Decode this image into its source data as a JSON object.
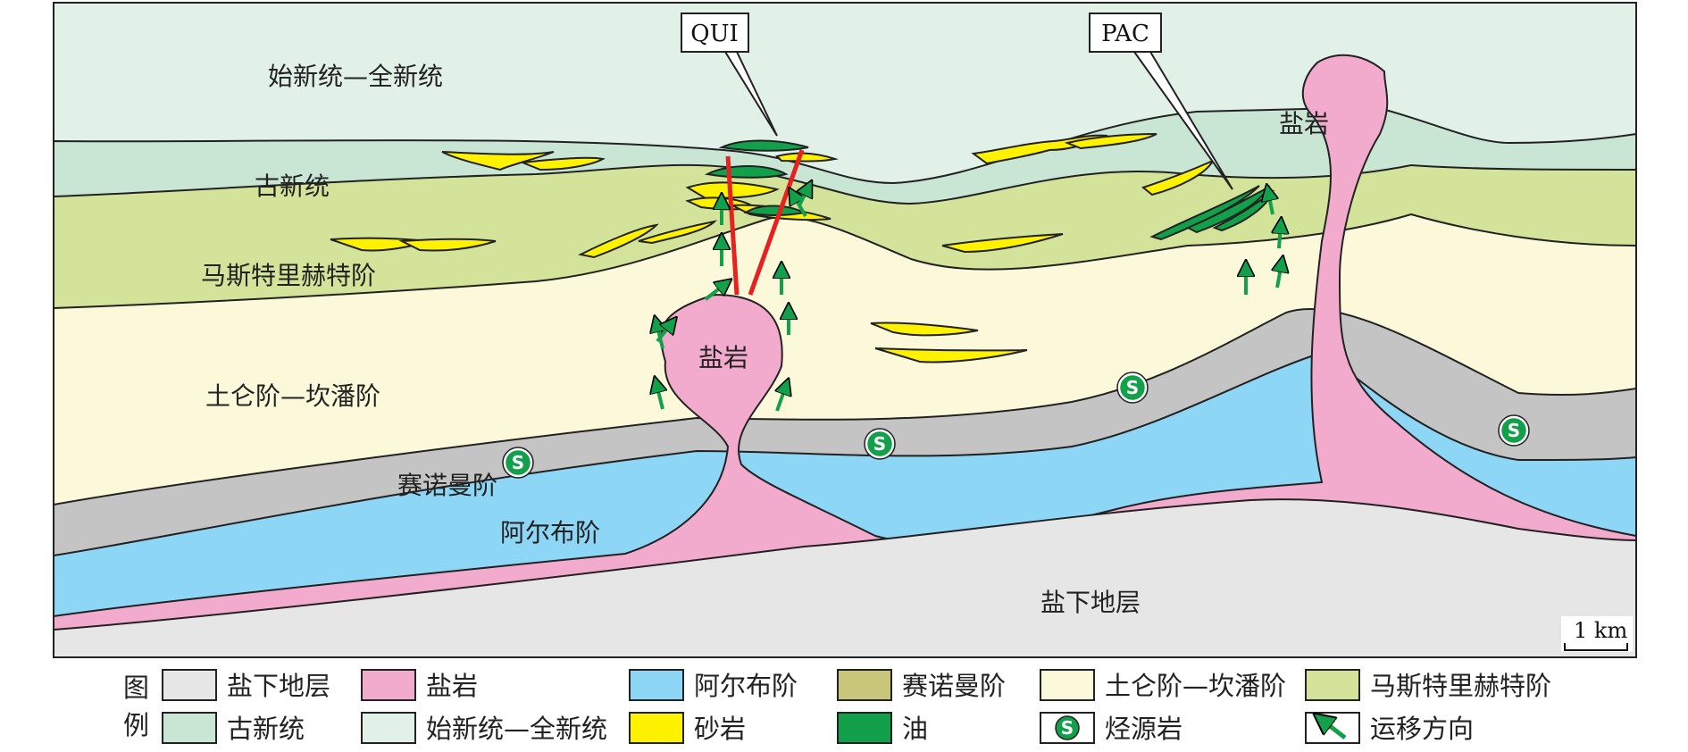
{
  "colors": {
    "eocene_holocene": "#e1f1e8",
    "paleocene": "#c9e6d5",
    "maastrichtian": "#d3e49a",
    "turonian_campanian": "#fcf9da",
    "cenomanian": "#c8c67a",
    "cenomanian_section": "#c4c4c4",
    "albian": "#8dd6f5",
    "salt": "#f2aacd",
    "presalt": "#e6e6e6",
    "sandstone": "#fff200",
    "oil": "#12a04a",
    "source_rock": "#12a04a",
    "migration_arrow": "#12a04a",
    "fault": "#e8201f"
  },
  "diagram": {
    "wells": {
      "qui": "QUI",
      "pac": "PAC"
    },
    "layer_labels": {
      "eocene_holocene": "始新统—全新统",
      "paleocene": "古新统",
      "maastrichtian": "马斯特里赫特阶",
      "turonian_campanian": "土仑阶—坎潘阶",
      "cenomanian": "赛诺曼阶",
      "albian": "阿尔布阶",
      "presalt": "盐下地层",
      "salt_left": "盐岩",
      "salt_right": "盐岩"
    },
    "source_rock_symbol": "S",
    "scale_bar": "1 km"
  },
  "legend": {
    "title_line1": "图",
    "title_line2": "例",
    "items": [
      {
        "label": "盐下地层",
        "swatch": "presalt"
      },
      {
        "label": "盐岩",
        "swatch": "salt"
      },
      {
        "label": "阿尔布阶",
        "swatch": "albian"
      },
      {
        "label": "赛诺曼阶",
        "swatch": "cenomanian"
      },
      {
        "label": "土仑阶—坎潘阶",
        "swatch": "turonian_campanian"
      },
      {
        "label": "马斯特里赫特阶",
        "swatch": "maastrichtian"
      },
      {
        "label": "古新统",
        "swatch": "paleocene"
      },
      {
        "label": "始新统—全新统",
        "swatch": "eocene_holocene"
      },
      {
        "label": "砂岩",
        "swatch": "sandstone"
      },
      {
        "label": "油",
        "swatch": "oil"
      },
      {
        "label": "烃源岩",
        "swatch": "source_rock_symbol"
      },
      {
        "label": "运移方向",
        "swatch": "migration_arrow"
      }
    ]
  }
}
